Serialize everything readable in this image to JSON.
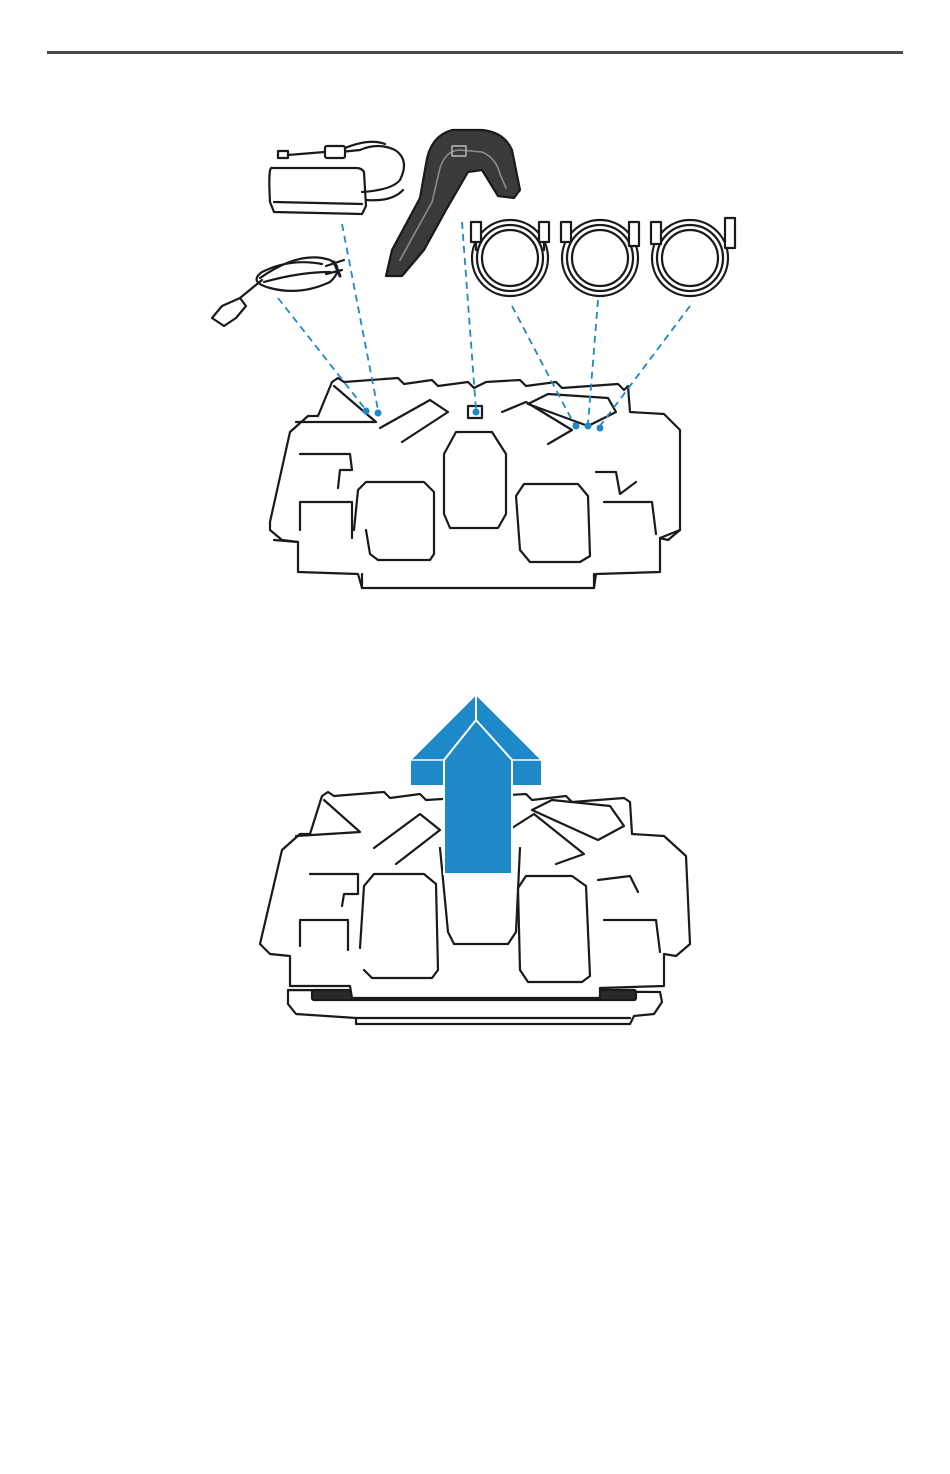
{
  "document": {
    "type": "manual-page",
    "figures": [
      {
        "id": "unpack-accessories",
        "icon": "tray-with-accessories-illustration"
      },
      {
        "id": "lift-tray",
        "icon": "lift-up-arrow-illustration"
      }
    ]
  },
  "colors": {
    "rule": "#4a4a4a",
    "line": "#1a1a1a",
    "accent": "#1e88c9",
    "stand": "#3a3a3a",
    "tray_fill": "#ffffff"
  }
}
